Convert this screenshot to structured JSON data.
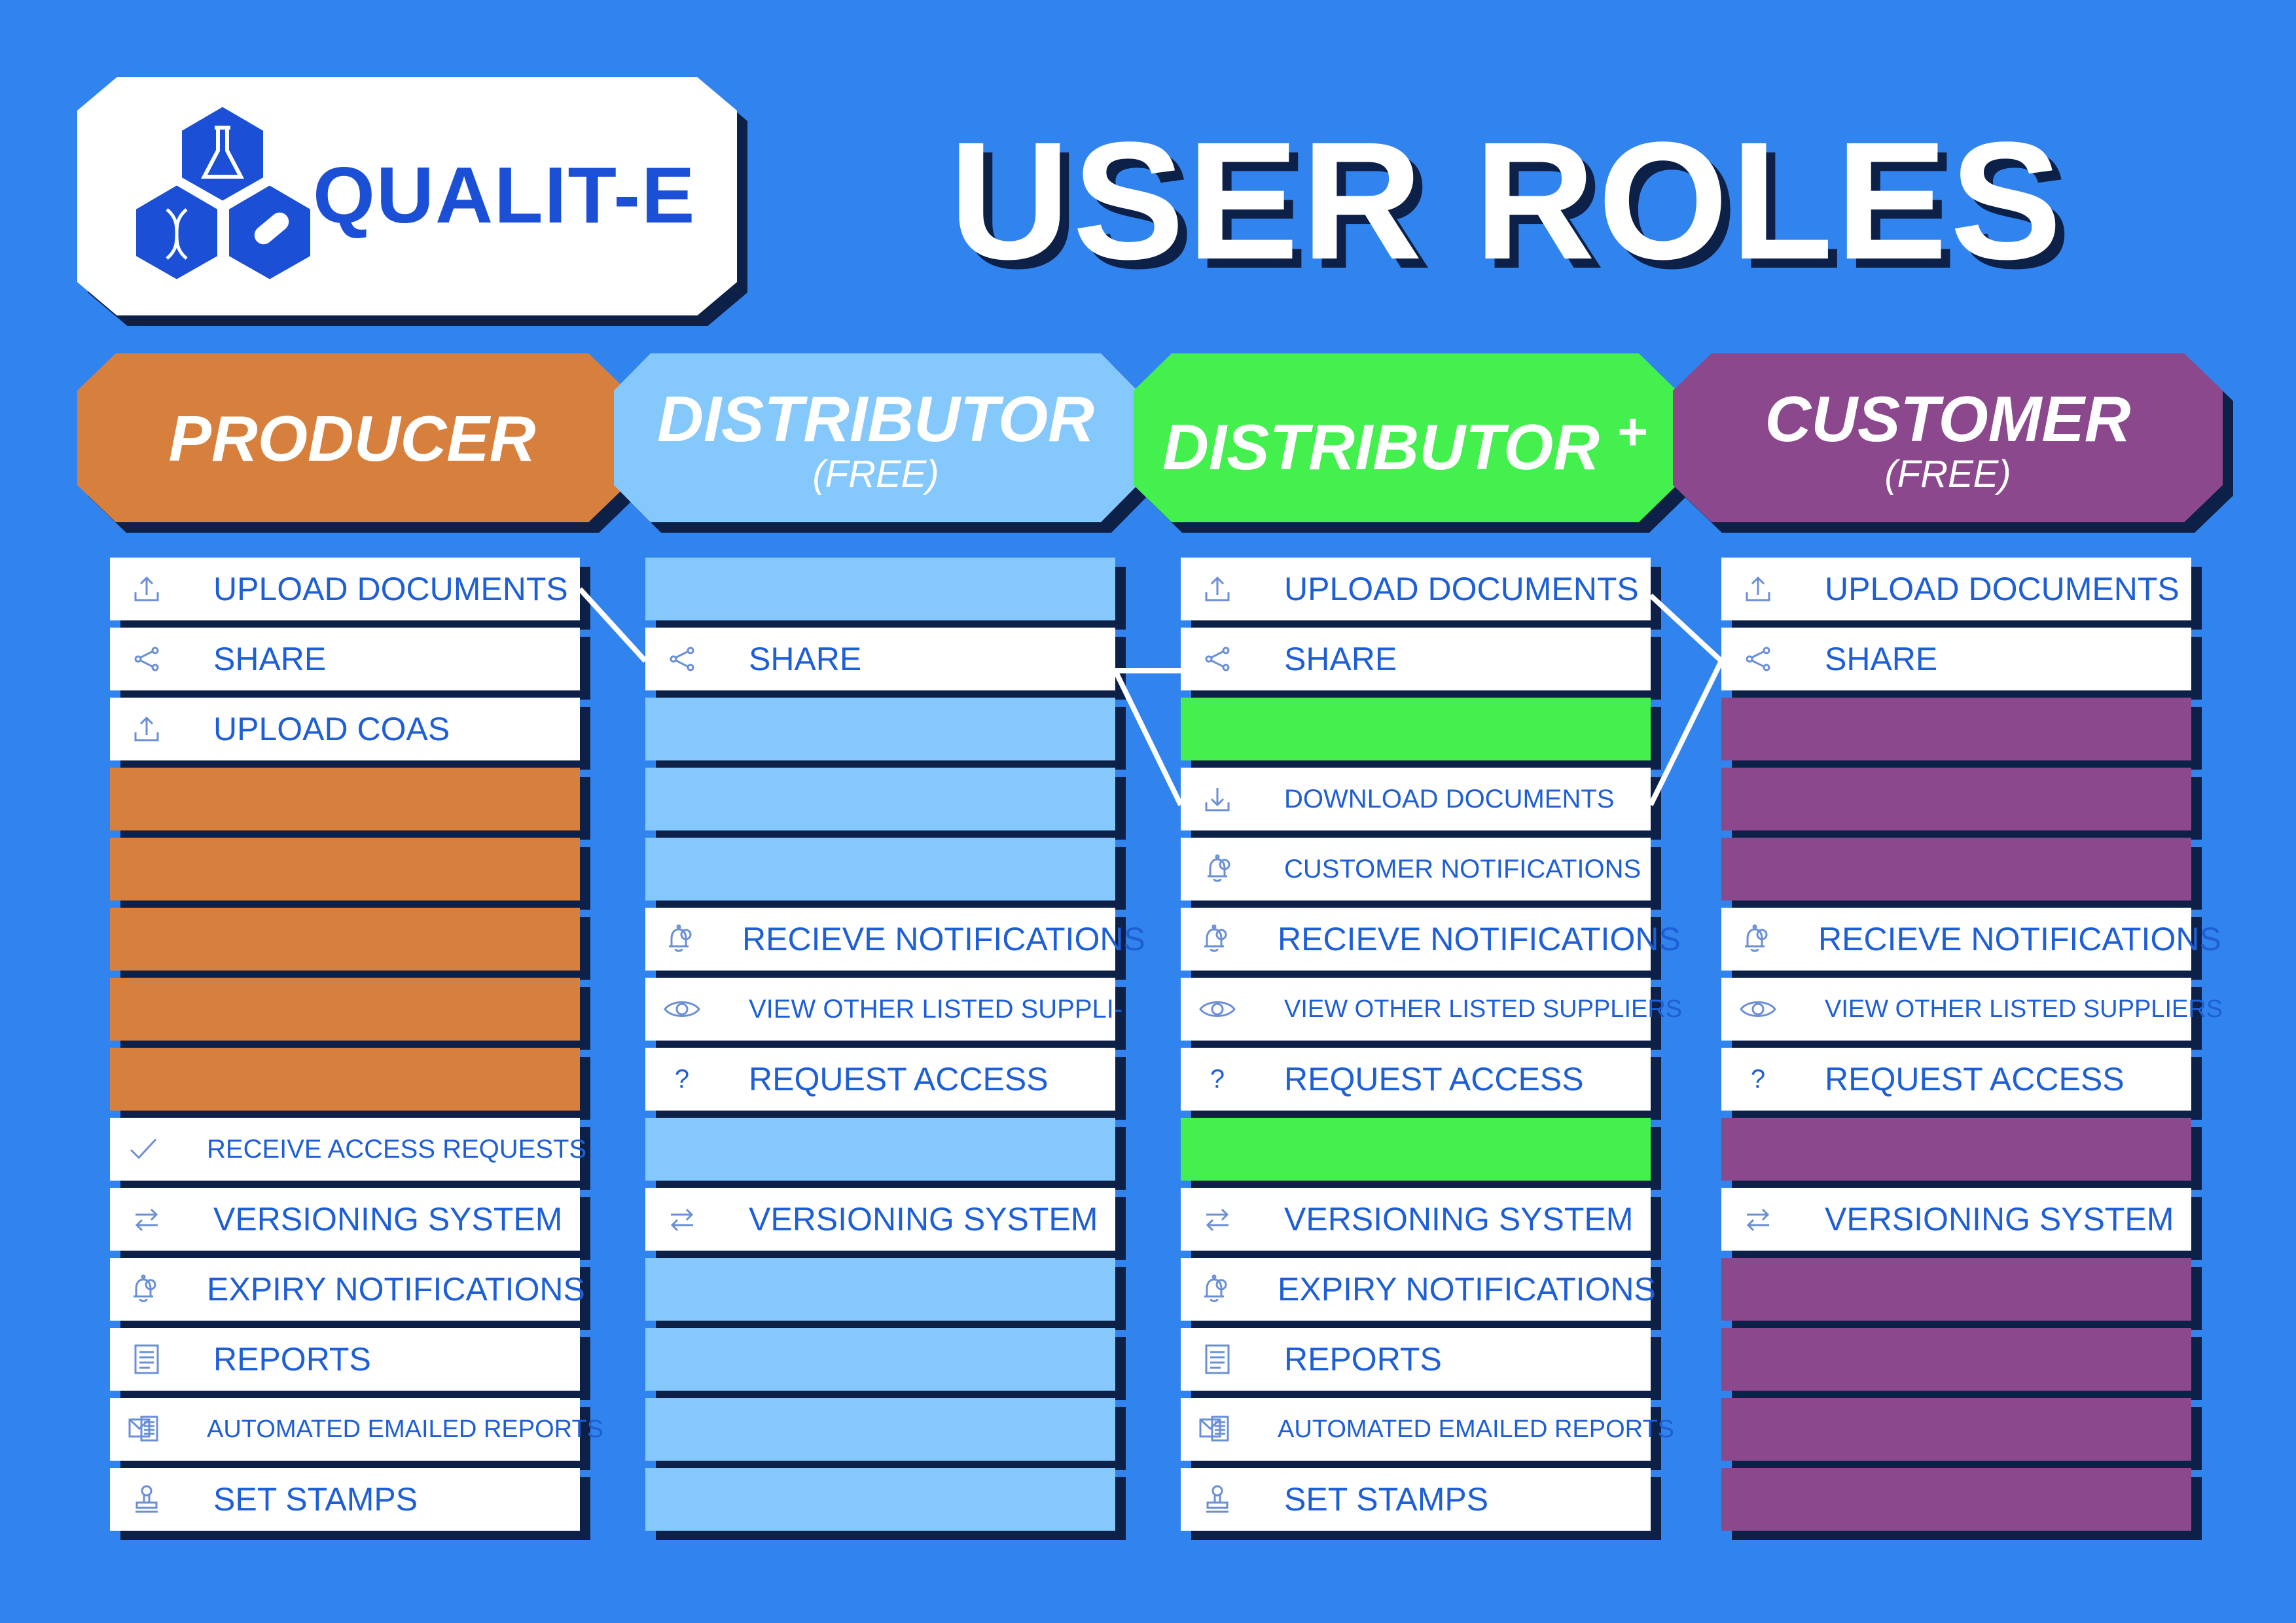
{
  "logo": {
    "text": "QUALIT-E"
  },
  "title": "USER ROLES",
  "colors": {
    "background": "#3184ee",
    "producer": "#d7803e",
    "distributor_free": "#85c8fc",
    "distributor_plus": "#43f04e",
    "customer": "#8b488d",
    "label": "#1e5fd6"
  },
  "columns": [
    {
      "id": "producer",
      "name": "PRODUCER",
      "sub": "",
      "plus": "",
      "fill": "#d7803e",
      "rows": [
        {
          "label": "UPLOAD DOCUMENTS",
          "icon": "upload-icon"
        },
        {
          "label": "SHARE",
          "icon": "share-icon"
        },
        {
          "label": "UPLOAD COAS",
          "icon": "upload-icon"
        },
        null,
        null,
        null,
        null,
        null,
        {
          "label": "RECEIVE ACCESS REQUESTS",
          "icon": "check-icon",
          "size": "small"
        },
        {
          "label": "VERSIONING SYSTEM",
          "icon": "swap-icon"
        },
        {
          "label": "EXPIRY NOTIFICATIONS",
          "icon": "bell-icon"
        },
        {
          "label": "REPORTS",
          "icon": "report-icon"
        },
        {
          "label": "AUTOMATED EMAILED REPORTS",
          "icon": "email-report-icon",
          "size": "xs"
        },
        {
          "label": "SET STAMPS",
          "icon": "stamp-icon"
        }
      ]
    },
    {
      "id": "distributor-free",
      "name": "DISTRIBUTOR",
      "sub": "(FREE)",
      "plus": "",
      "fill": "#85c8fc",
      "rows": [
        null,
        {
          "label": "SHARE",
          "icon": "share-icon"
        },
        null,
        null,
        null,
        {
          "label": "RECIEVE NOTIFICATIONS",
          "icon": "bell-icon"
        },
        {
          "label": "VIEW OTHER LISTED SUPPLI-",
          "icon": "eye-icon",
          "size": "small"
        },
        {
          "label": "REQUEST ACCESS",
          "icon": "question-icon"
        },
        null,
        {
          "label": "VERSIONING SYSTEM",
          "icon": "swap-icon"
        },
        null,
        null,
        null,
        null
      ]
    },
    {
      "id": "distributor-plus",
      "name": "DISTRIBUTOR",
      "sub": "",
      "plus": "+",
      "fill": "#43f04e",
      "rows": [
        {
          "label": "UPLOAD DOCUMENTS",
          "icon": "upload-icon"
        },
        {
          "label": "SHARE",
          "icon": "share-icon"
        },
        null,
        {
          "label": "DOWNLOAD DOCUMENTS",
          "icon": "download-icon",
          "size": "small"
        },
        {
          "label": "CUSTOMER NOTIFICATIONS",
          "icon": "bell-icon",
          "size": "small"
        },
        {
          "label": "RECIEVE NOTIFICATIONS",
          "icon": "bell-icon"
        },
        {
          "label": "VIEW OTHER LISTED SUPPLIERS",
          "icon": "eye-icon",
          "size": "xs"
        },
        {
          "label": "REQUEST ACCESS",
          "icon": "question-icon"
        },
        null,
        {
          "label": "VERSIONING SYSTEM",
          "icon": "swap-icon"
        },
        {
          "label": "EXPIRY NOTIFICATIONS",
          "icon": "bell-icon"
        },
        {
          "label": "REPORTS",
          "icon": "report-icon"
        },
        {
          "label": "AUTOMATED EMAILED REPORTS",
          "icon": "email-report-icon",
          "size": "xs"
        },
        {
          "label": "SET STAMPS",
          "icon": "stamp-icon"
        }
      ]
    },
    {
      "id": "customer",
      "name": "CUSTOMER",
      "sub": "(FREE)",
      "plus": "",
      "fill": "#8b488d",
      "rows": [
        {
          "label": "UPLOAD DOCUMENTS",
          "icon": "upload-icon"
        },
        {
          "label": "SHARE",
          "icon": "share-icon"
        },
        null,
        null,
        null,
        {
          "label": "RECIEVE NOTIFICATIONS",
          "icon": "bell-icon"
        },
        {
          "label": "VIEW OTHER LISTED SUPPLIERS",
          "icon": "eye-icon",
          "size": "xs"
        },
        {
          "label": "REQUEST ACCESS",
          "icon": "question-icon"
        },
        null,
        {
          "label": "VERSIONING SYSTEM",
          "icon": "swap-icon"
        },
        null,
        null,
        null,
        null
      ]
    }
  ]
}
